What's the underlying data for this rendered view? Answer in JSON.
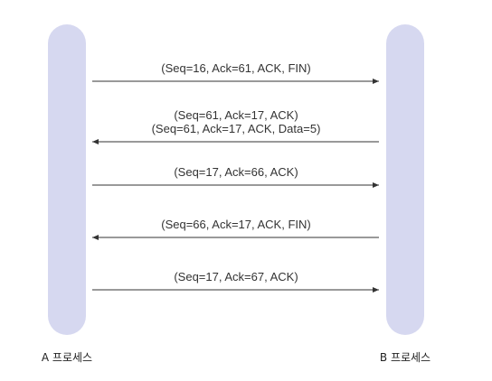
{
  "diagram": {
    "colors": {
      "lifeline": "#d6d8f0",
      "arrow": "#333333",
      "text": "#333333"
    },
    "process_a": "A 프로세스",
    "process_b": "B 프로세스",
    "messages": [
      {
        "lines": [
          "(Seq=16, Ack=61, ACK, FIN)"
        ],
        "direction": "A-to-B"
      },
      {
        "lines": [
          "(Seq=61, Ack=17, ACK)",
          "(Seq=61, Ack=17, ACK, Data=5)"
        ],
        "direction": "B-to-A"
      },
      {
        "lines": [
          "(Seq=17, Ack=66, ACK)"
        ],
        "direction": "A-to-B"
      },
      {
        "lines": [
          "(Seq=66, Ack=17, ACK, FIN)"
        ],
        "direction": "B-to-A"
      },
      {
        "lines": [
          "(Seq=17, Ack=67, ACK)"
        ],
        "direction": "A-to-B"
      }
    ]
  }
}
